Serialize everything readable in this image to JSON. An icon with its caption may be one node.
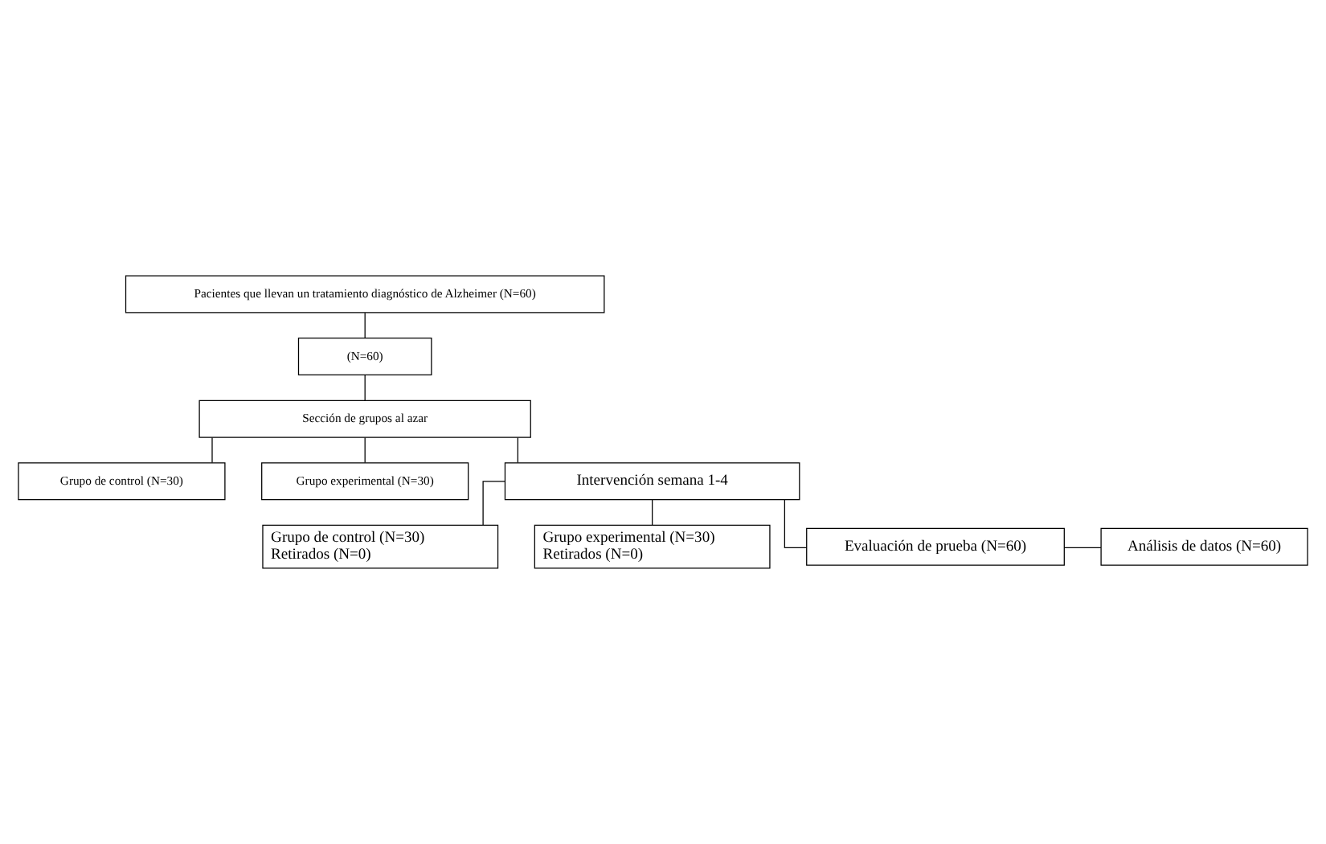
{
  "diagram": {
    "nodes": [
      {
        "text": [
          "Pacientes que llevan un tratamiento diagnóstico de Alzheimer (N=60)"
        ]
      },
      {
        "text": [
          "(N=60)"
        ]
      },
      {
        "text": [
          "Sección de grupos al azar"
        ]
      },
      {
        "text": [
          "Grupo de control (N=30)"
        ]
      },
      {
        "text": [
          "Grupo experimental (N=30)"
        ]
      },
      {
        "text": [
          "Intervención semana 1-4"
        ]
      },
      {
        "text": [
          "Grupo de control (N=30)",
          "Retirados (N=0)"
        ]
      },
      {
        "text": [
          "Grupo experimental (N=30)",
          "Retirados (N=0)"
        ]
      },
      {
        "text": [
          "Evaluación de prueba (N=60)"
        ]
      },
      {
        "text": [
          "Análisis de datos (N=60)"
        ]
      }
    ],
    "edges": [
      {
        "from": 0,
        "to": 1,
        "arrow": "none"
      },
      {
        "from": 1,
        "to": 2,
        "arrow": "none"
      },
      {
        "from": 2,
        "to": 3,
        "arrow": "none"
      },
      {
        "from": 2,
        "to": 4,
        "arrow": "none"
      },
      {
        "from": 2,
        "to": 5,
        "arrow": "none"
      },
      {
        "from": 5,
        "to": 6,
        "arrow": "none"
      },
      {
        "from": 5,
        "to": 7,
        "arrow": "none"
      },
      {
        "from": 5,
        "to": 8,
        "arrow": "none"
      },
      {
        "from": 8,
        "to": 9,
        "arrow": "none"
      }
    ]
  }
}
